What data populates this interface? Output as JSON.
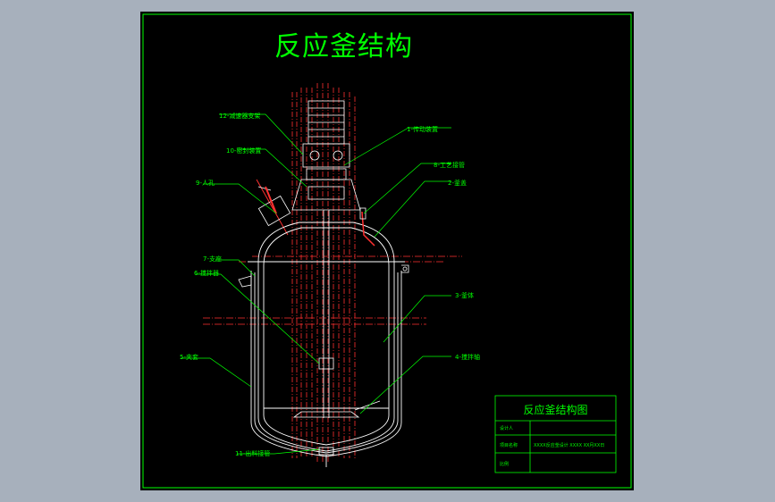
{
  "drawing": {
    "title": "反应釜结构",
    "title_block_title": "反应釜结构图",
    "colors": {
      "background": "#a7b0bc",
      "sheet": "#000000",
      "line": "#00ff00",
      "vessel": "#ffffff",
      "axis": "#ff0000",
      "leader": "#00ff00"
    },
    "labels": {
      "l12": "12-减速器支架",
      "l1": "1-传动装置",
      "l10": "10-密封装置",
      "l8": "8-工艺接管",
      "l9": "9-人孔",
      "l2": "2-釜盖",
      "l7": "7-支座",
      "l6": "6-搅拌器",
      "l3": "3-釜体",
      "l5": "5-夹套",
      "l4": "4-搅拌轴",
      "l11": "11-出料接管"
    },
    "title_block": {
      "row1_label": "设计人",
      "row2_label": "项目名称",
      "row2_value": "XXXX反应釜设计   XXXX  XX月XX日",
      "row3_label": "比例"
    }
  }
}
